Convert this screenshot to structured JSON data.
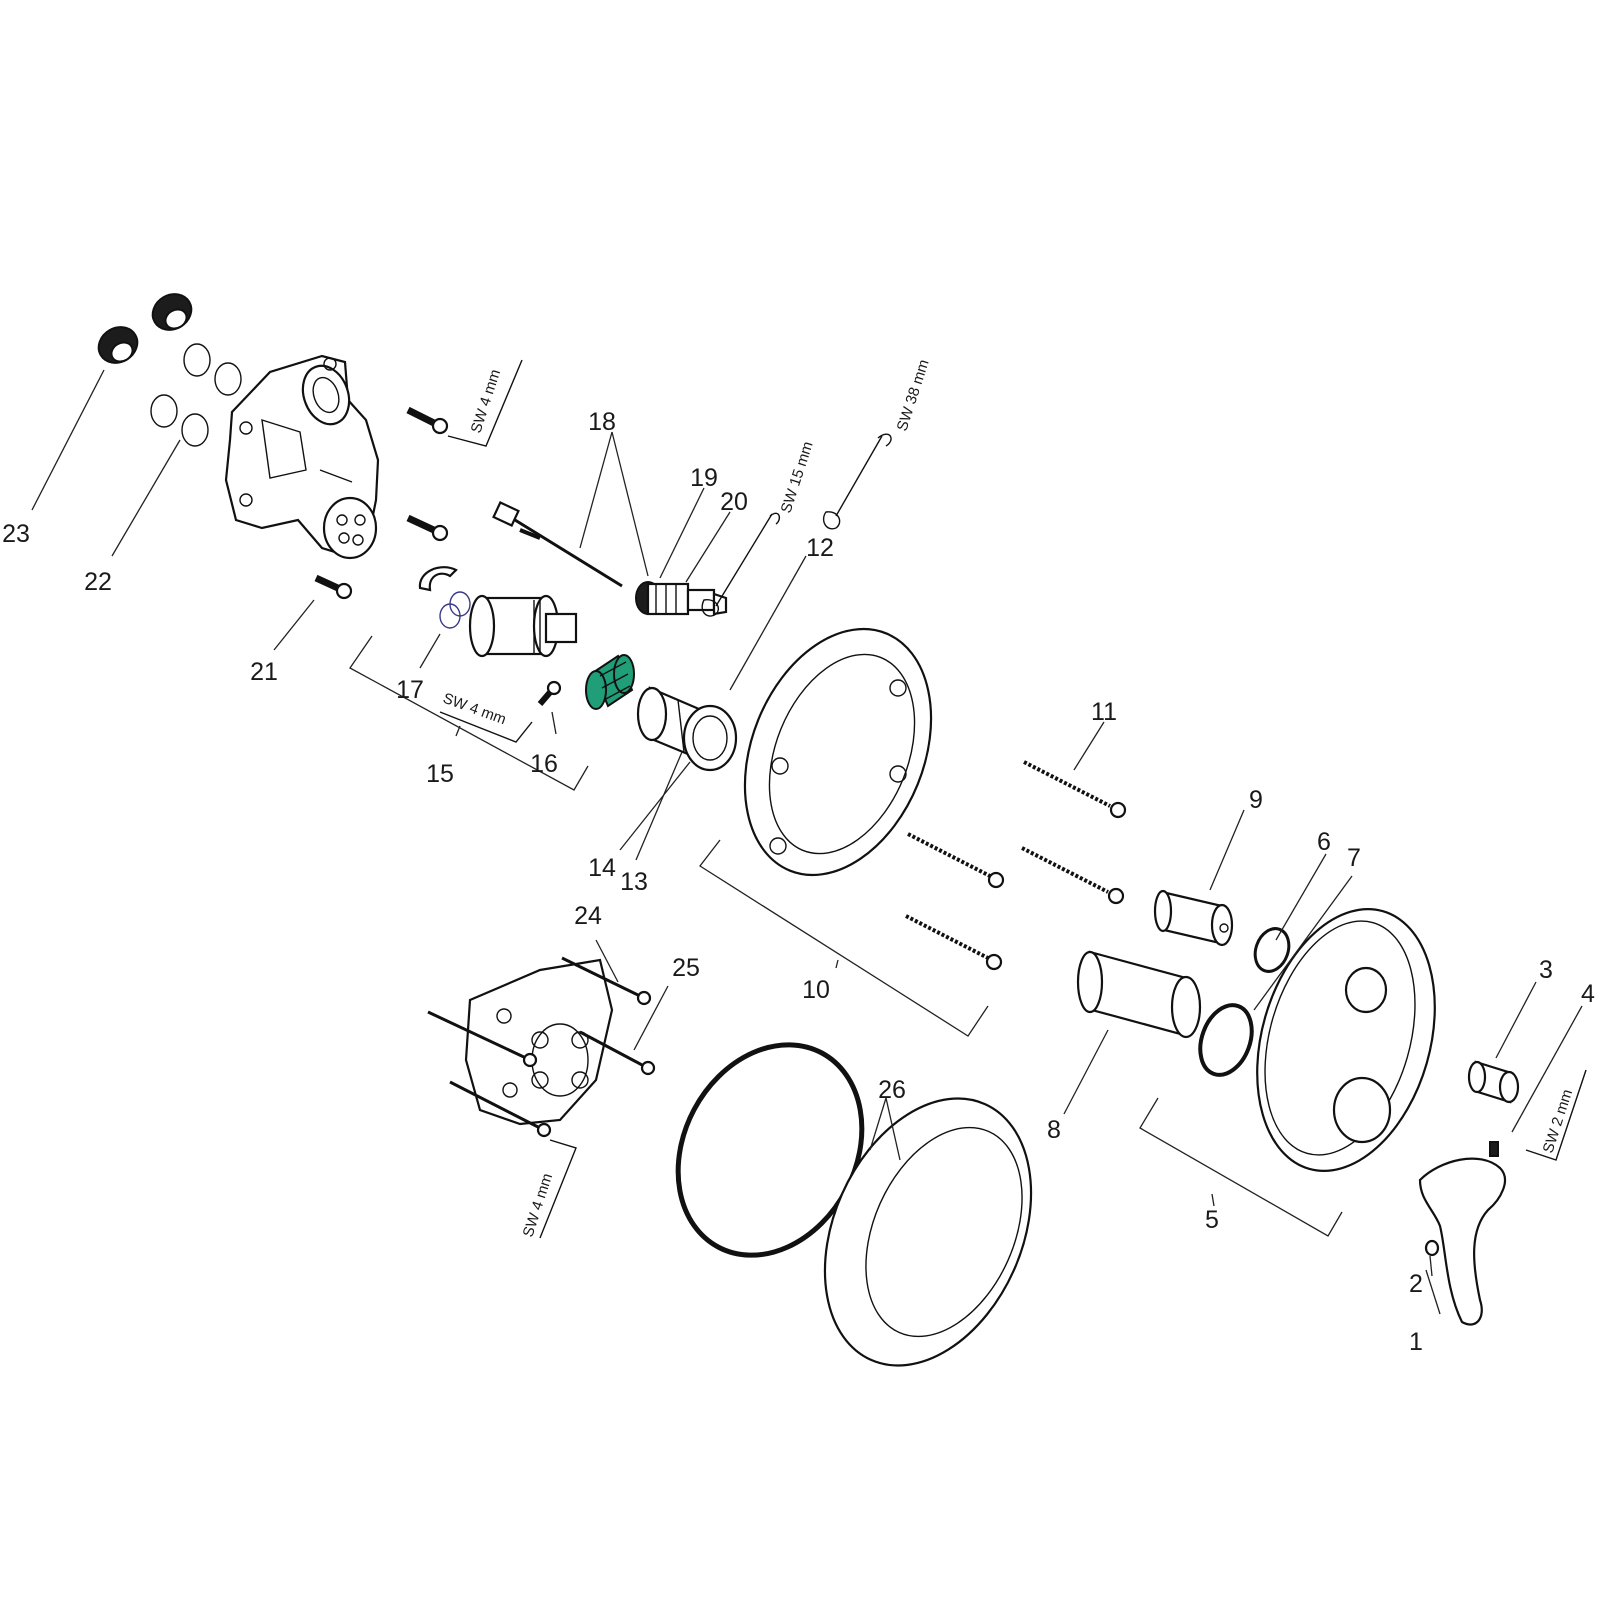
{
  "callouts": [
    {
      "id": "1",
      "label": "1"
    },
    {
      "id": "2",
      "label": "2"
    },
    {
      "id": "3",
      "label": "3"
    },
    {
      "id": "4",
      "label": "4"
    },
    {
      "id": "5",
      "label": "5"
    },
    {
      "id": "6",
      "label": "6"
    },
    {
      "id": "7",
      "label": "7"
    },
    {
      "id": "8",
      "label": "8"
    },
    {
      "id": "9",
      "label": "9"
    },
    {
      "id": "10",
      "label": "10"
    },
    {
      "id": "11",
      "label": "11"
    },
    {
      "id": "12",
      "label": "12"
    },
    {
      "id": "13",
      "label": "13"
    },
    {
      "id": "14",
      "label": "14"
    },
    {
      "id": "15",
      "label": "15"
    },
    {
      "id": "16",
      "label": "16"
    },
    {
      "id": "17",
      "label": "17"
    },
    {
      "id": "18",
      "label": "18"
    },
    {
      "id": "19",
      "label": "19"
    },
    {
      "id": "20",
      "label": "20"
    },
    {
      "id": "21",
      "label": "21"
    },
    {
      "id": "22",
      "label": "22"
    },
    {
      "id": "23",
      "label": "23"
    },
    {
      "id": "24",
      "label": "24"
    },
    {
      "id": "25",
      "label": "25"
    },
    {
      "id": "26",
      "label": "26"
    }
  ],
  "tools": [
    {
      "id": "sw4-top",
      "label": "SW 4 mm"
    },
    {
      "id": "sw15",
      "label": "SW 15 mm"
    },
    {
      "id": "sw38",
      "label": "SW 38 mm"
    },
    {
      "id": "sw4-mid",
      "label": "SW 4 mm"
    },
    {
      "id": "sw4-bottom",
      "label": "SW 4 mm"
    },
    {
      "id": "sw2",
      "label": "SW 2 mm"
    }
  ],
  "colors": {
    "line": "#111111",
    "highlight_part": "#1f9e78"
  }
}
